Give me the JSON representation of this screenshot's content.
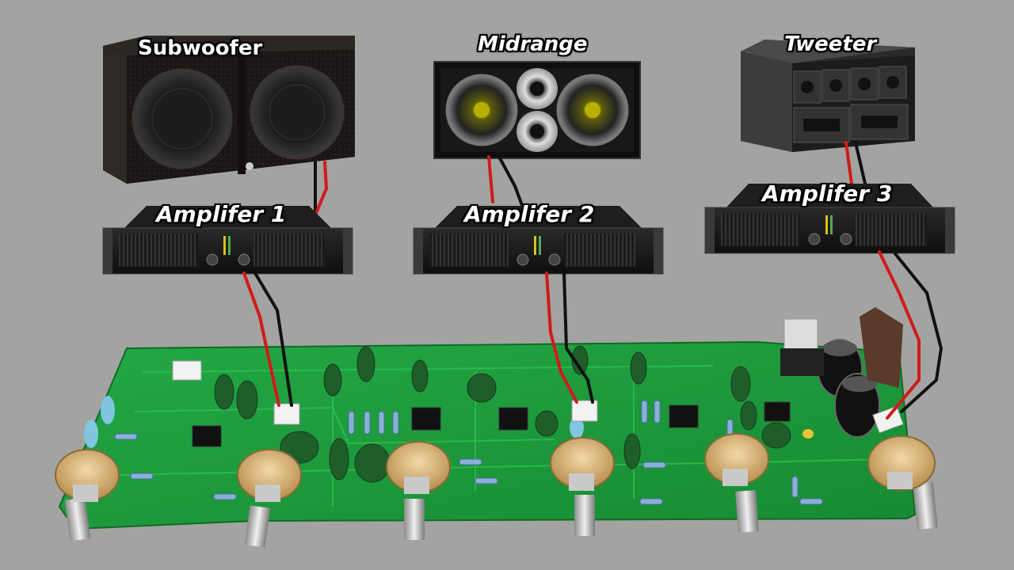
{
  "speakers": [
    {
      "label": "Subwoofer"
    },
    {
      "label": "Midrange"
    },
    {
      "label": "Tweeter"
    }
  ],
  "amplifiers": [
    {
      "label": "Amplifer 1"
    },
    {
      "label": "Amplifer 2"
    },
    {
      "label": "Amplifer 3"
    }
  ],
  "colors": {
    "background": "#a3a3a1",
    "wire_positive": "#d11a1a",
    "wire_negative": "#111111",
    "pcb": "#1f9a3c"
  }
}
